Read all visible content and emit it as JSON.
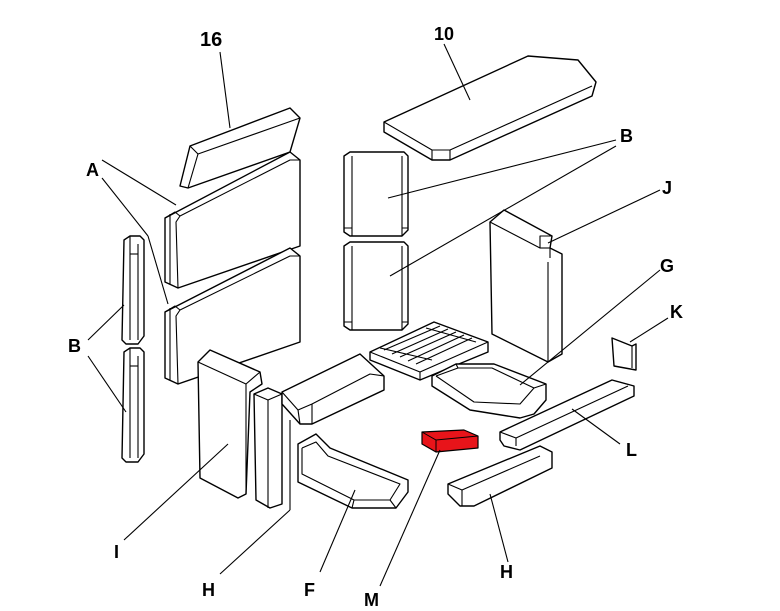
{
  "labels": {
    "p16": "16",
    "p10": "10",
    "pA": "A",
    "pB_top": "B",
    "pB_left": "B",
    "pJ": "J",
    "pG": "G",
    "pK": "K",
    "pL": "L",
    "pI": "I",
    "pH_left": "H",
    "pF": "F",
    "pM": "M",
    "pH_right": "H"
  },
  "colors": {
    "line": "#000000",
    "part_fill": "#ffffff",
    "highlight": "#e8141a"
  },
  "highlighted_part": "M"
}
